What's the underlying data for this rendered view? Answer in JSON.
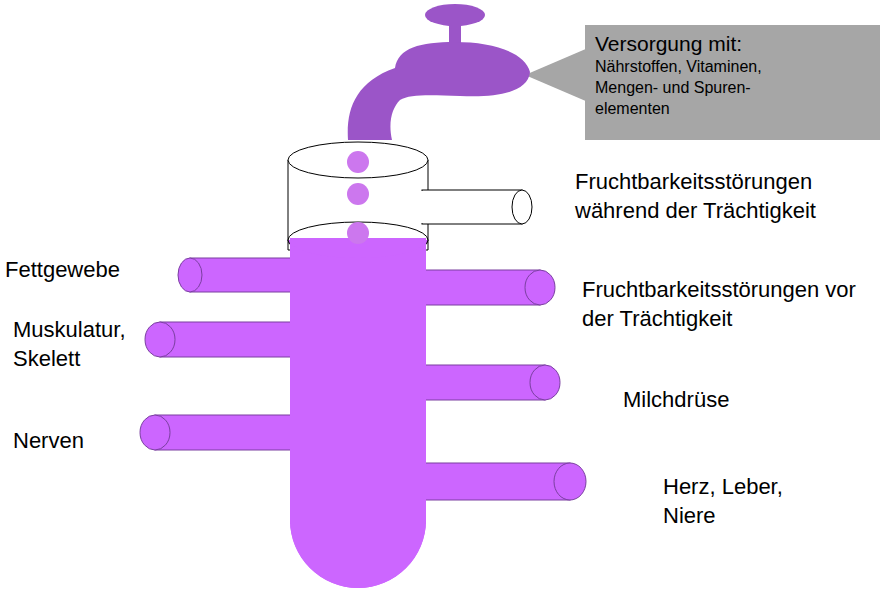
{
  "diagram": {
    "nodes": [
      {
        "text": [
          "Versorgung mit:",
          "Nährstoffen, Vitaminen, Mengen- und Spuren- elementen"
        ]
      }
    ],
    "labels": [
      "Fruchtbarkeitsstörungen während der Trächtigkeit",
      "Fettgewebe",
      "Fruchtbarkeitsstörungen vor der Trächtigkeit",
      "Muskulatur, Skelett",
      "Milchdrüse",
      "Nerven",
      "Herz, Leber, Niere"
    ]
  }
}
